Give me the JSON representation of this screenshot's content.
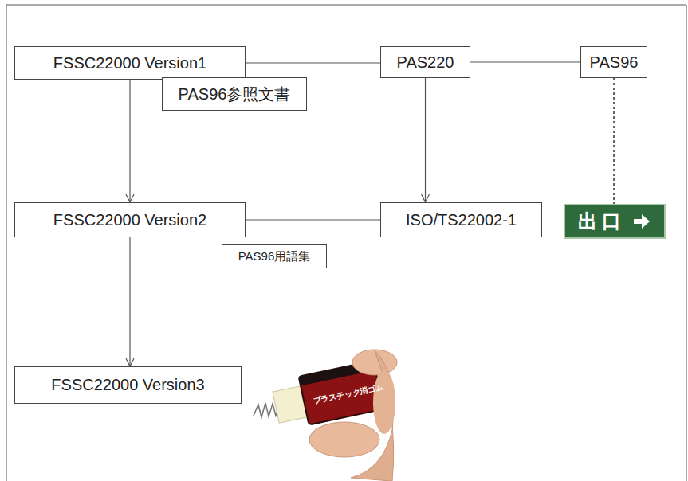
{
  "diagram": {
    "nodes": [
      {
        "text": [
          "FSSC22000 Version1"
        ]
      },
      {
        "text": [
          "PAS220"
        ]
      },
      {
        "text": [
          "PAS96"
        ]
      },
      {
        "text": [
          "PAS96参照文書"
        ]
      },
      {
        "text": [
          "FSSC22000 Version2"
        ]
      },
      {
        "text": [
          "ISO/TS22002-1"
        ]
      },
      {
        "text": [
          "出口"
        ]
      },
      {
        "text": [
          "PAS96用語集"
        ]
      },
      {
        "text": [
          "FSSC22000 Version3"
        ]
      }
    ],
    "edges": [
      {
        "from": 0,
        "to": 1,
        "arrow": "none"
      },
      {
        "from": 1,
        "to": 2,
        "arrow": "none"
      },
      {
        "from": 0,
        "to": 4,
        "arrow": "to"
      },
      {
        "from": 1,
        "to": 5,
        "arrow": "to"
      },
      {
        "from": 4,
        "to": 5,
        "arrow": "none"
      },
      {
        "from": 2,
        "to": 6,
        "arrow": "none"
      },
      {
        "from": 4,
        "to": 8,
        "arrow": "to"
      }
    ],
    "labels": [
      "プラスチック消ゴム"
    ]
  }
}
